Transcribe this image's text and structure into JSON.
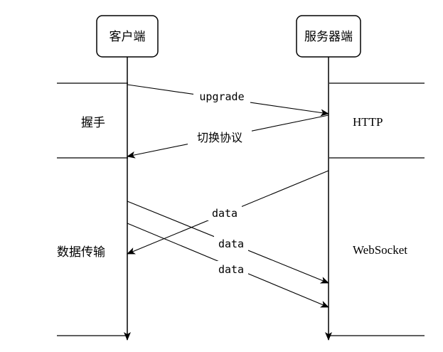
{
  "actors": {
    "client": "客户端",
    "server": "服务器端"
  },
  "phases": {
    "handshake": {
      "label": "握手",
      "protocol": "HTTP"
    },
    "transfer": {
      "label": "数据传输",
      "protocol": "WebSocket"
    }
  },
  "messages": {
    "upgrade": "upgrade",
    "switch": "切换协议",
    "data_1": "data",
    "data_2": "data",
    "data_3": "data"
  }
}
